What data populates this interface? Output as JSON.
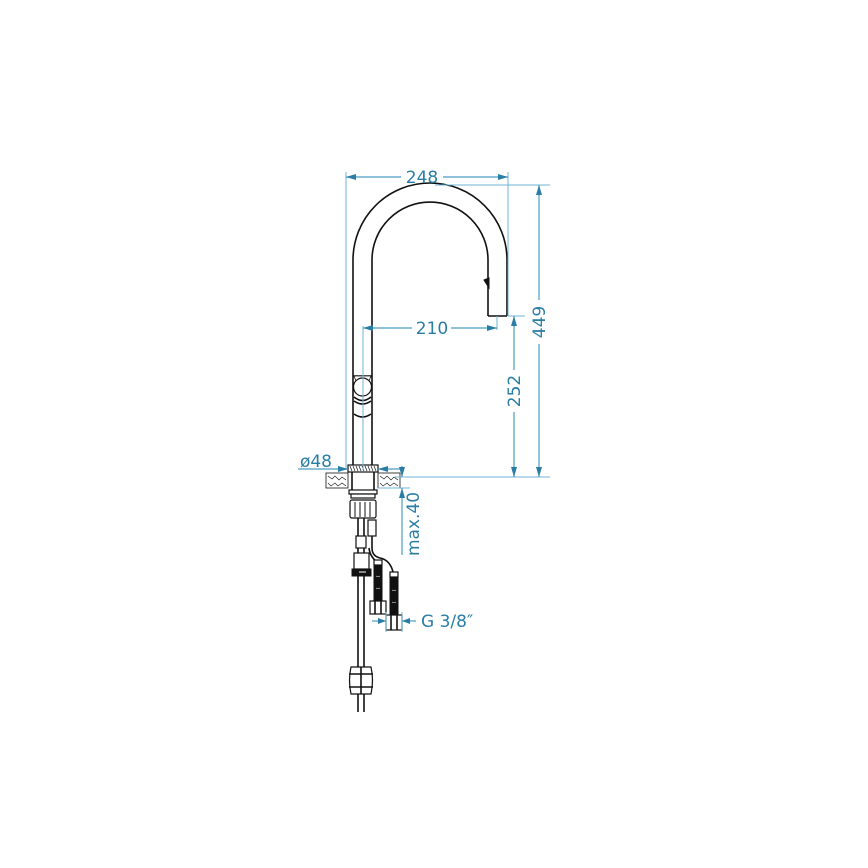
{
  "diagram": {
    "title": "Kitchen faucet dimension drawing",
    "colors": {
      "dimension": "#2a7ea6",
      "outline": "#111111",
      "background": "#ffffff"
    },
    "dimensions": {
      "overall_width": "248",
      "spout_reach": "210",
      "overall_height": "449",
      "spout_height": "252",
      "base_diameter": "ø48",
      "max_deck_thickness": "max.40",
      "connection_thread": "G 3/8″"
    }
  }
}
